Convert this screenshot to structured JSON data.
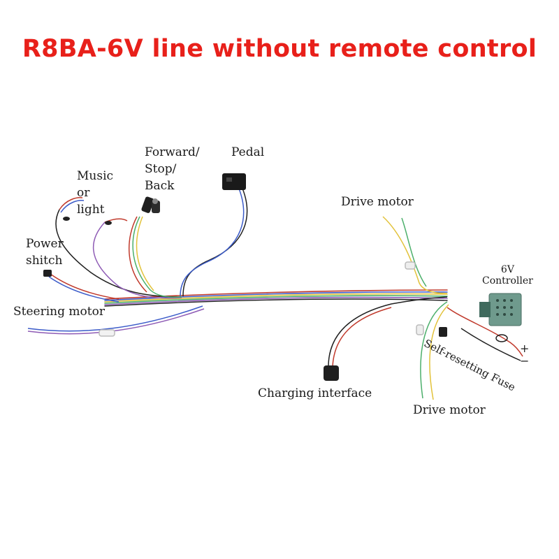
{
  "title": "R8BA-6V line without remote control",
  "labels": {
    "music": [
      "Music",
      "or",
      "light"
    ],
    "forward": [
      "Forward/",
      "Stop/",
      "Back"
    ],
    "pedal": "Pedal",
    "power": [
      "Power",
      "shitch"
    ],
    "steering": "Steering motor",
    "drive_top": "Drive motor",
    "controller": [
      "6V",
      "Controller"
    ],
    "fuse": "Self-resetting Fuse",
    "plus": "+",
    "minus": "−",
    "charging": "Charging interface",
    "drive_bottom": "Drive motor"
  },
  "colors": {
    "title": "#e8201a",
    "controller_body": "#6f9a8d",
    "wire_red": "#c0392b",
    "wire_blue": "#3b5bc9",
    "wire_yellow": "#e2c23a",
    "wire_green": "#4caf6b",
    "wire_black": "#1f1f1f",
    "wire_purple": "#8e5bb5"
  }
}
